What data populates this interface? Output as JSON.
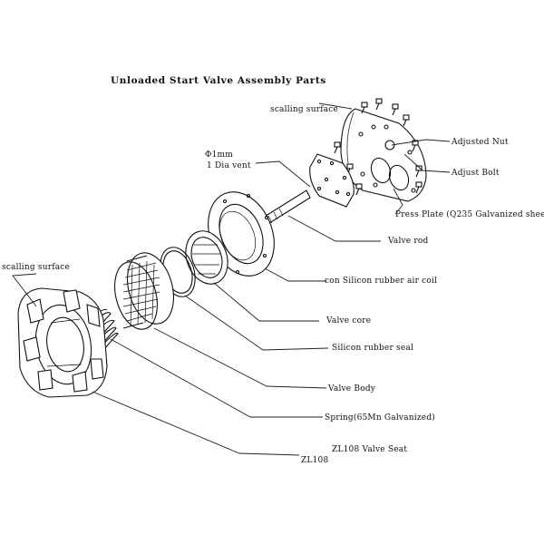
{
  "title": "Unloaded Start Valve Assembly Parts",
  "labels": {
    "scalling_surface_top": "scalling surface",
    "adjusted_nut": "Adjusted Nut",
    "adjust_bolt": "Adjust Bolt",
    "press_plate": "Press Plate (Q235 Galvanized sheet",
    "dia_vent_1": "Φ1mm",
    "dia_vent_2": "1 Dia vent",
    "valve_rod": "Valve rod",
    "silicon_air_coil": "con  Silicon rubber air coil",
    "valve_core": "Valve core",
    "silicon_seal": "Silicon rubber seal",
    "valve_body": "Valve Body",
    "spring": "Spring(65Mn Galvanized)",
    "valve_seat": "ZL108 Valve Seat",
    "zl108": "ZL108",
    "scalling_surface_left": "scalling surface"
  }
}
